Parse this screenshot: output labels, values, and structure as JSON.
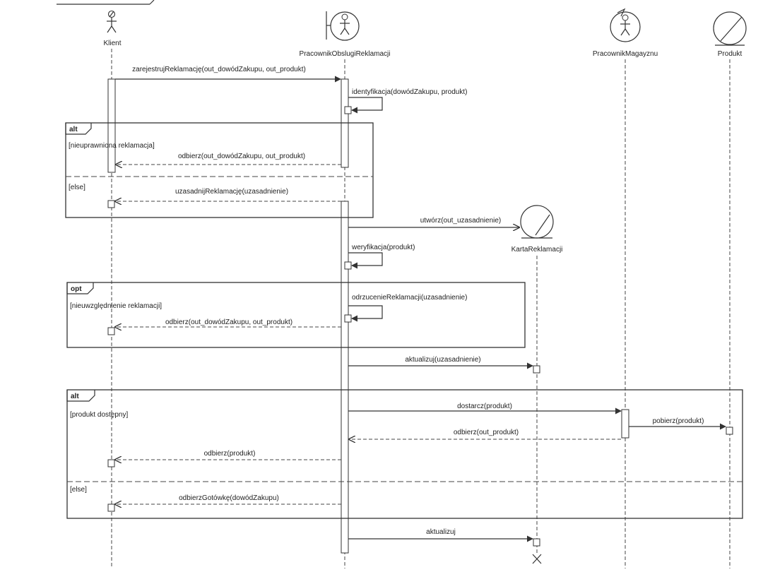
{
  "participants": [
    {
      "id": "klient",
      "name": "Klient",
      "kind": "actor-control"
    },
    {
      "id": "pracownik-obslugi",
      "name": "PracownikObslugiReklamacji",
      "kind": "boundary-actor"
    },
    {
      "id": "karta",
      "name": "KartaReklamacji",
      "kind": "entity"
    },
    {
      "id": "pracownik-magazynu",
      "name": "PracownikMagayznu",
      "kind": "control-actor"
    },
    {
      "id": "produkt",
      "name": "Produkt",
      "kind": "entity"
    }
  ],
  "messages": [
    {
      "id": "m1",
      "label": "zarejestrujReklamację(out_dowódZakupu, out_produkt)"
    },
    {
      "id": "m2",
      "label": "identyfikacja(dowódZakupu, produkt)"
    },
    {
      "id": "m3",
      "label": "odbierz(out_dowódZakupu, out_produkt)"
    },
    {
      "id": "m4",
      "label": "uzasadnijReklamację(uzasadnienie)"
    },
    {
      "id": "m5",
      "label": "utwórz(out_uzasadnienie)"
    },
    {
      "id": "m6",
      "label": "weryfikacja(produkt)"
    },
    {
      "id": "m7",
      "label": "odrzucenieReklamacji(uzasadnienie)"
    },
    {
      "id": "m8",
      "label": "odbierz(out_dowódZakupu, out_produkt)"
    },
    {
      "id": "m9",
      "label": "aktualizuj(uzasadnienie)"
    },
    {
      "id": "m10",
      "label": "dostarcz(produkt)"
    },
    {
      "id": "m11",
      "label": "pobierz(produkt)"
    },
    {
      "id": "m12",
      "label": "odbierz(out_produkt)"
    },
    {
      "id": "m13",
      "label": "odbierz(produkt)"
    },
    {
      "id": "m14",
      "label": "odbierzGotówkę(dowódZakupu)"
    },
    {
      "id": "m15",
      "label": "aktualizuj"
    }
  ],
  "fragments": [
    {
      "id": "alt1",
      "keyword": "alt",
      "guards": [
        "[nieuprawniona reklamacja]",
        "[else]"
      ]
    },
    {
      "id": "opt1",
      "keyword": "opt",
      "guards": [
        "[nieuwzględnienie reklamacji]"
      ]
    },
    {
      "id": "alt2",
      "keyword": "alt",
      "guards": [
        "[produkt dostępny]",
        "[else]"
      ]
    }
  ]
}
